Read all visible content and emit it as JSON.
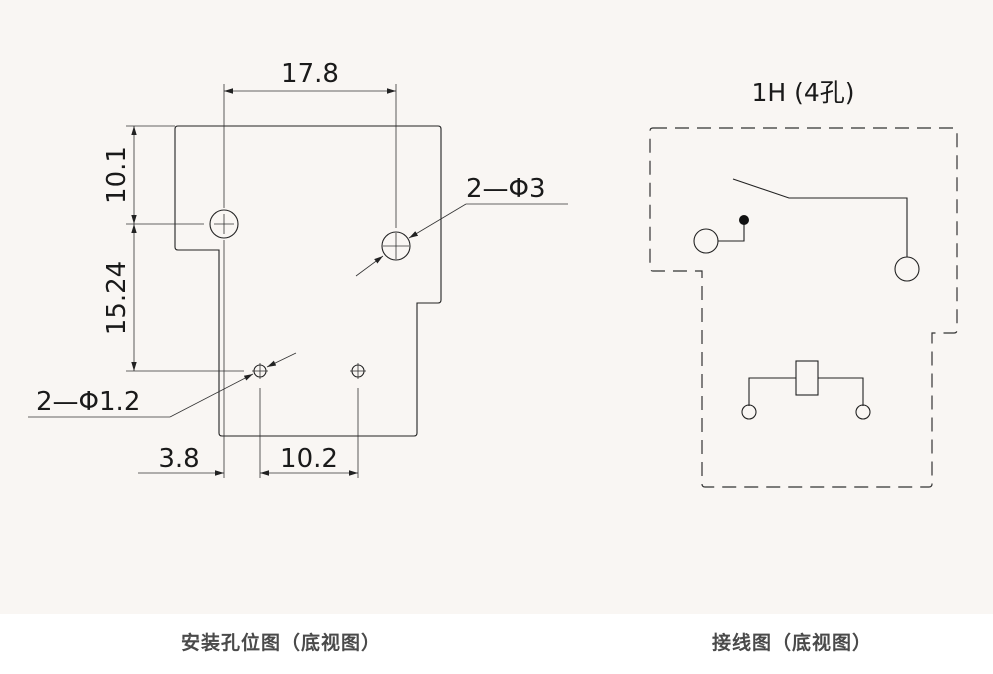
{
  "left_diagram": {
    "caption": "安装孔位图（底视图）",
    "dimensions": {
      "hole_spacing_horizontal": "17.8",
      "top_to_hole": "10.1",
      "hole_to_pin": "15.24",
      "large_holes": "2—Φ3",
      "small_holes": "2—Φ1.2",
      "pin_offset": "3.8",
      "pin_spacing": "10.2"
    }
  },
  "right_diagram": {
    "title": "1H (4孔)",
    "caption": "接线图（底视图）"
  },
  "colors": {
    "drawing_background": "#f9f6f3",
    "page_background": "#ffffff",
    "line": "#222222",
    "caption_text": "#4a4a4a"
  }
}
